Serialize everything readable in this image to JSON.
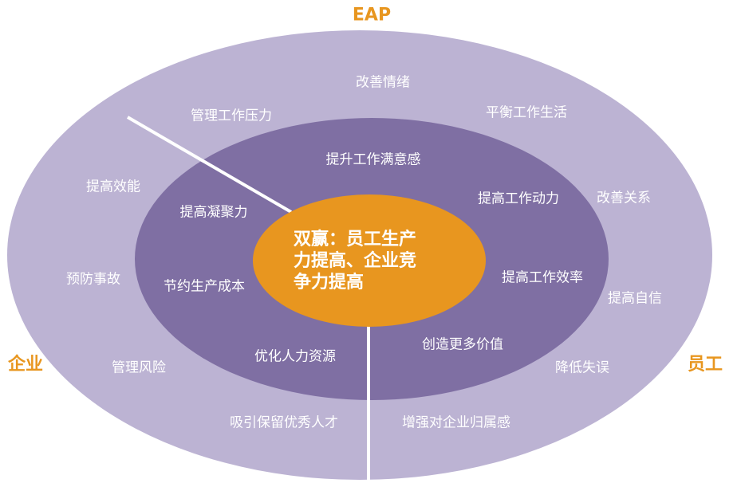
{
  "title": "EAP",
  "left_label": "企业",
  "right_label": "员工",
  "center": [
    "双赢：员工生产",
    "力提高、企业竞",
    "争力提高"
  ],
  "inner": [
    "提升工作满意感",
    "提高凝聚力",
    "提高工作动力",
    "节约生产成本",
    "提高工作效率",
    "优化人力资源",
    "创造更多价值"
  ],
  "outer": [
    "改善情绪",
    "管理工作压力",
    "平衡工作生活",
    "提高效能",
    "改善关系",
    "预防事故",
    "提高自信",
    "管理风险",
    "降低失误",
    "吸引保留优秀人才",
    "增强对企业归属感"
  ],
  "colors": {
    "outer": "#bcb3d3",
    "middle": "#7f6fa3",
    "center": "#e8961f"
  }
}
